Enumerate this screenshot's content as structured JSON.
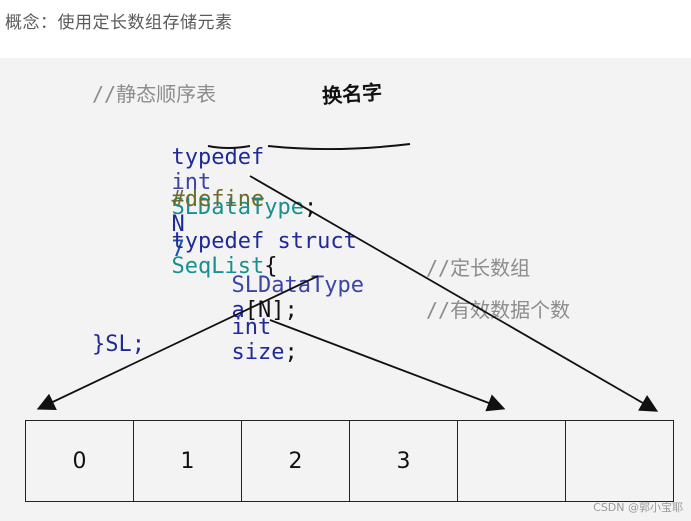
{
  "caption": "概念：使用定长数组存储元素",
  "code": {
    "comment_title": "//静态顺序表",
    "line2": {
      "kw": "typedef",
      "type": "int",
      "name": "SLDataType",
      "end": ";"
    },
    "line3": {
      "macro": "#define",
      "n": "N",
      "num": "7"
    },
    "line4": {
      "kw": "typedef struct",
      "name": "SeqList",
      "brace": "{"
    },
    "line5": {
      "type": "SLDataType",
      "var": "a",
      "arr": "[N];"
    },
    "line5_comment": "//定长数组",
    "line6": {
      "type": "int",
      "var": "size",
      "end": ";"
    },
    "line6_comment": "//有效数据个数",
    "line7": "}SL;"
  },
  "handwritten_note": "换名字",
  "array_cells": [
    "0",
    "1",
    "2",
    "3",
    "",
    "",
    ""
  ],
  "watermark": "CSDN @郭小宝耶"
}
